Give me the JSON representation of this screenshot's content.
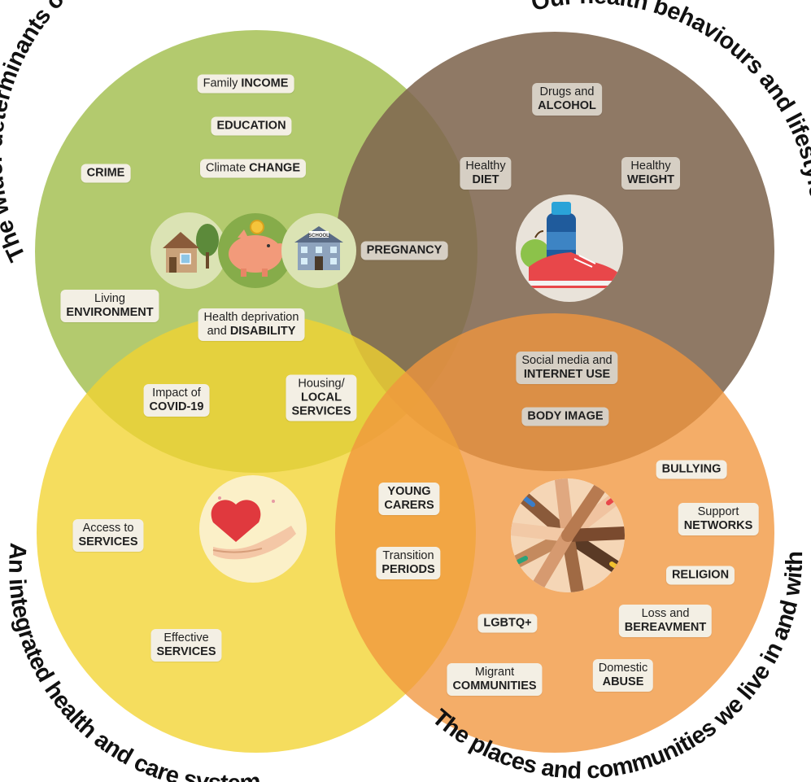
{
  "titles": {
    "top_left": "The wider determinants of health",
    "top_right": "Our health behaviours and lifestyle",
    "bottom_left": "An integrated health and care system",
    "bottom_right": "The places and communities  we live in and with"
  },
  "colors": {
    "green": "#a8c35a",
    "brown": "#7f6650",
    "yellow": "#f2d431",
    "orange": "#f1963e",
    "pill_bg": "#ede7d9"
  },
  "items": {
    "family_income": {
      "pre": "Family ",
      "bold": "INCOME"
    },
    "education": {
      "bold": "EDUCATION"
    },
    "climate_change": {
      "pre": "Climate ",
      "bold": "CHANGE"
    },
    "crime": {
      "bold": "CRIME"
    },
    "living_environment": {
      "l1": "Living",
      "l2": "ENVIRONMENT"
    },
    "health_deprivation": {
      "l1": "Health deprivation",
      "pre2": "and ",
      "bold2": "DISABILITY"
    },
    "impact_covid": {
      "l1": "Impact of",
      "l2": "COVID-19"
    },
    "housing": {
      "l1": "Housing/",
      "l2": "LOCAL",
      "l3": "SERVICES"
    },
    "pregnancy": {
      "bold": "PREGNANCY"
    },
    "drugs_alcohol": {
      "l1": "Drugs and",
      "l2": "ALCOHOL"
    },
    "healthy_diet": {
      "l1": "Healthy",
      "l2": "DIET"
    },
    "healthy_weight": {
      "l1": "Healthy",
      "l2": "WEIGHT"
    },
    "social_media": {
      "l1": "Social media and",
      "l2": "INTERNET USE"
    },
    "body_image": {
      "bold": "BODY IMAGE"
    },
    "young_carers": {
      "l1": "YOUNG",
      "l2": "CARERS"
    },
    "transition_periods": {
      "l1": "Transition",
      "l2": "PERIODS"
    },
    "access_services": {
      "l1": "Access to",
      "l2": "SERVICES"
    },
    "effective_services": {
      "l1": "Effective",
      "l2": "SERVICES"
    },
    "bullying": {
      "bold": "BULLYING"
    },
    "support_networks": {
      "l1": "Support",
      "l2": "NETWORKS"
    },
    "religion": {
      "bold": "RELIGION"
    },
    "loss_bereavment": {
      "l1": "Loss and",
      "l2": "BEREAVMENT"
    },
    "lgbtq": {
      "bold": "LGBTQ+"
    },
    "migrant_communities": {
      "l1": "Migrant",
      "l2": "COMMUNITIES"
    },
    "domestic_abuse": {
      "l1": "Domestic",
      "l2": "ABUSE"
    }
  },
  "icons": {
    "house": "house-icon",
    "piggy_bank": "piggy-bank-icon",
    "school": "school-icon",
    "school_sign": "SCHOOL",
    "fitness": "water-bottle-apple-shoe-icon",
    "heart": "heart-in-hand-icon",
    "hands": "joined-hands-icon"
  }
}
